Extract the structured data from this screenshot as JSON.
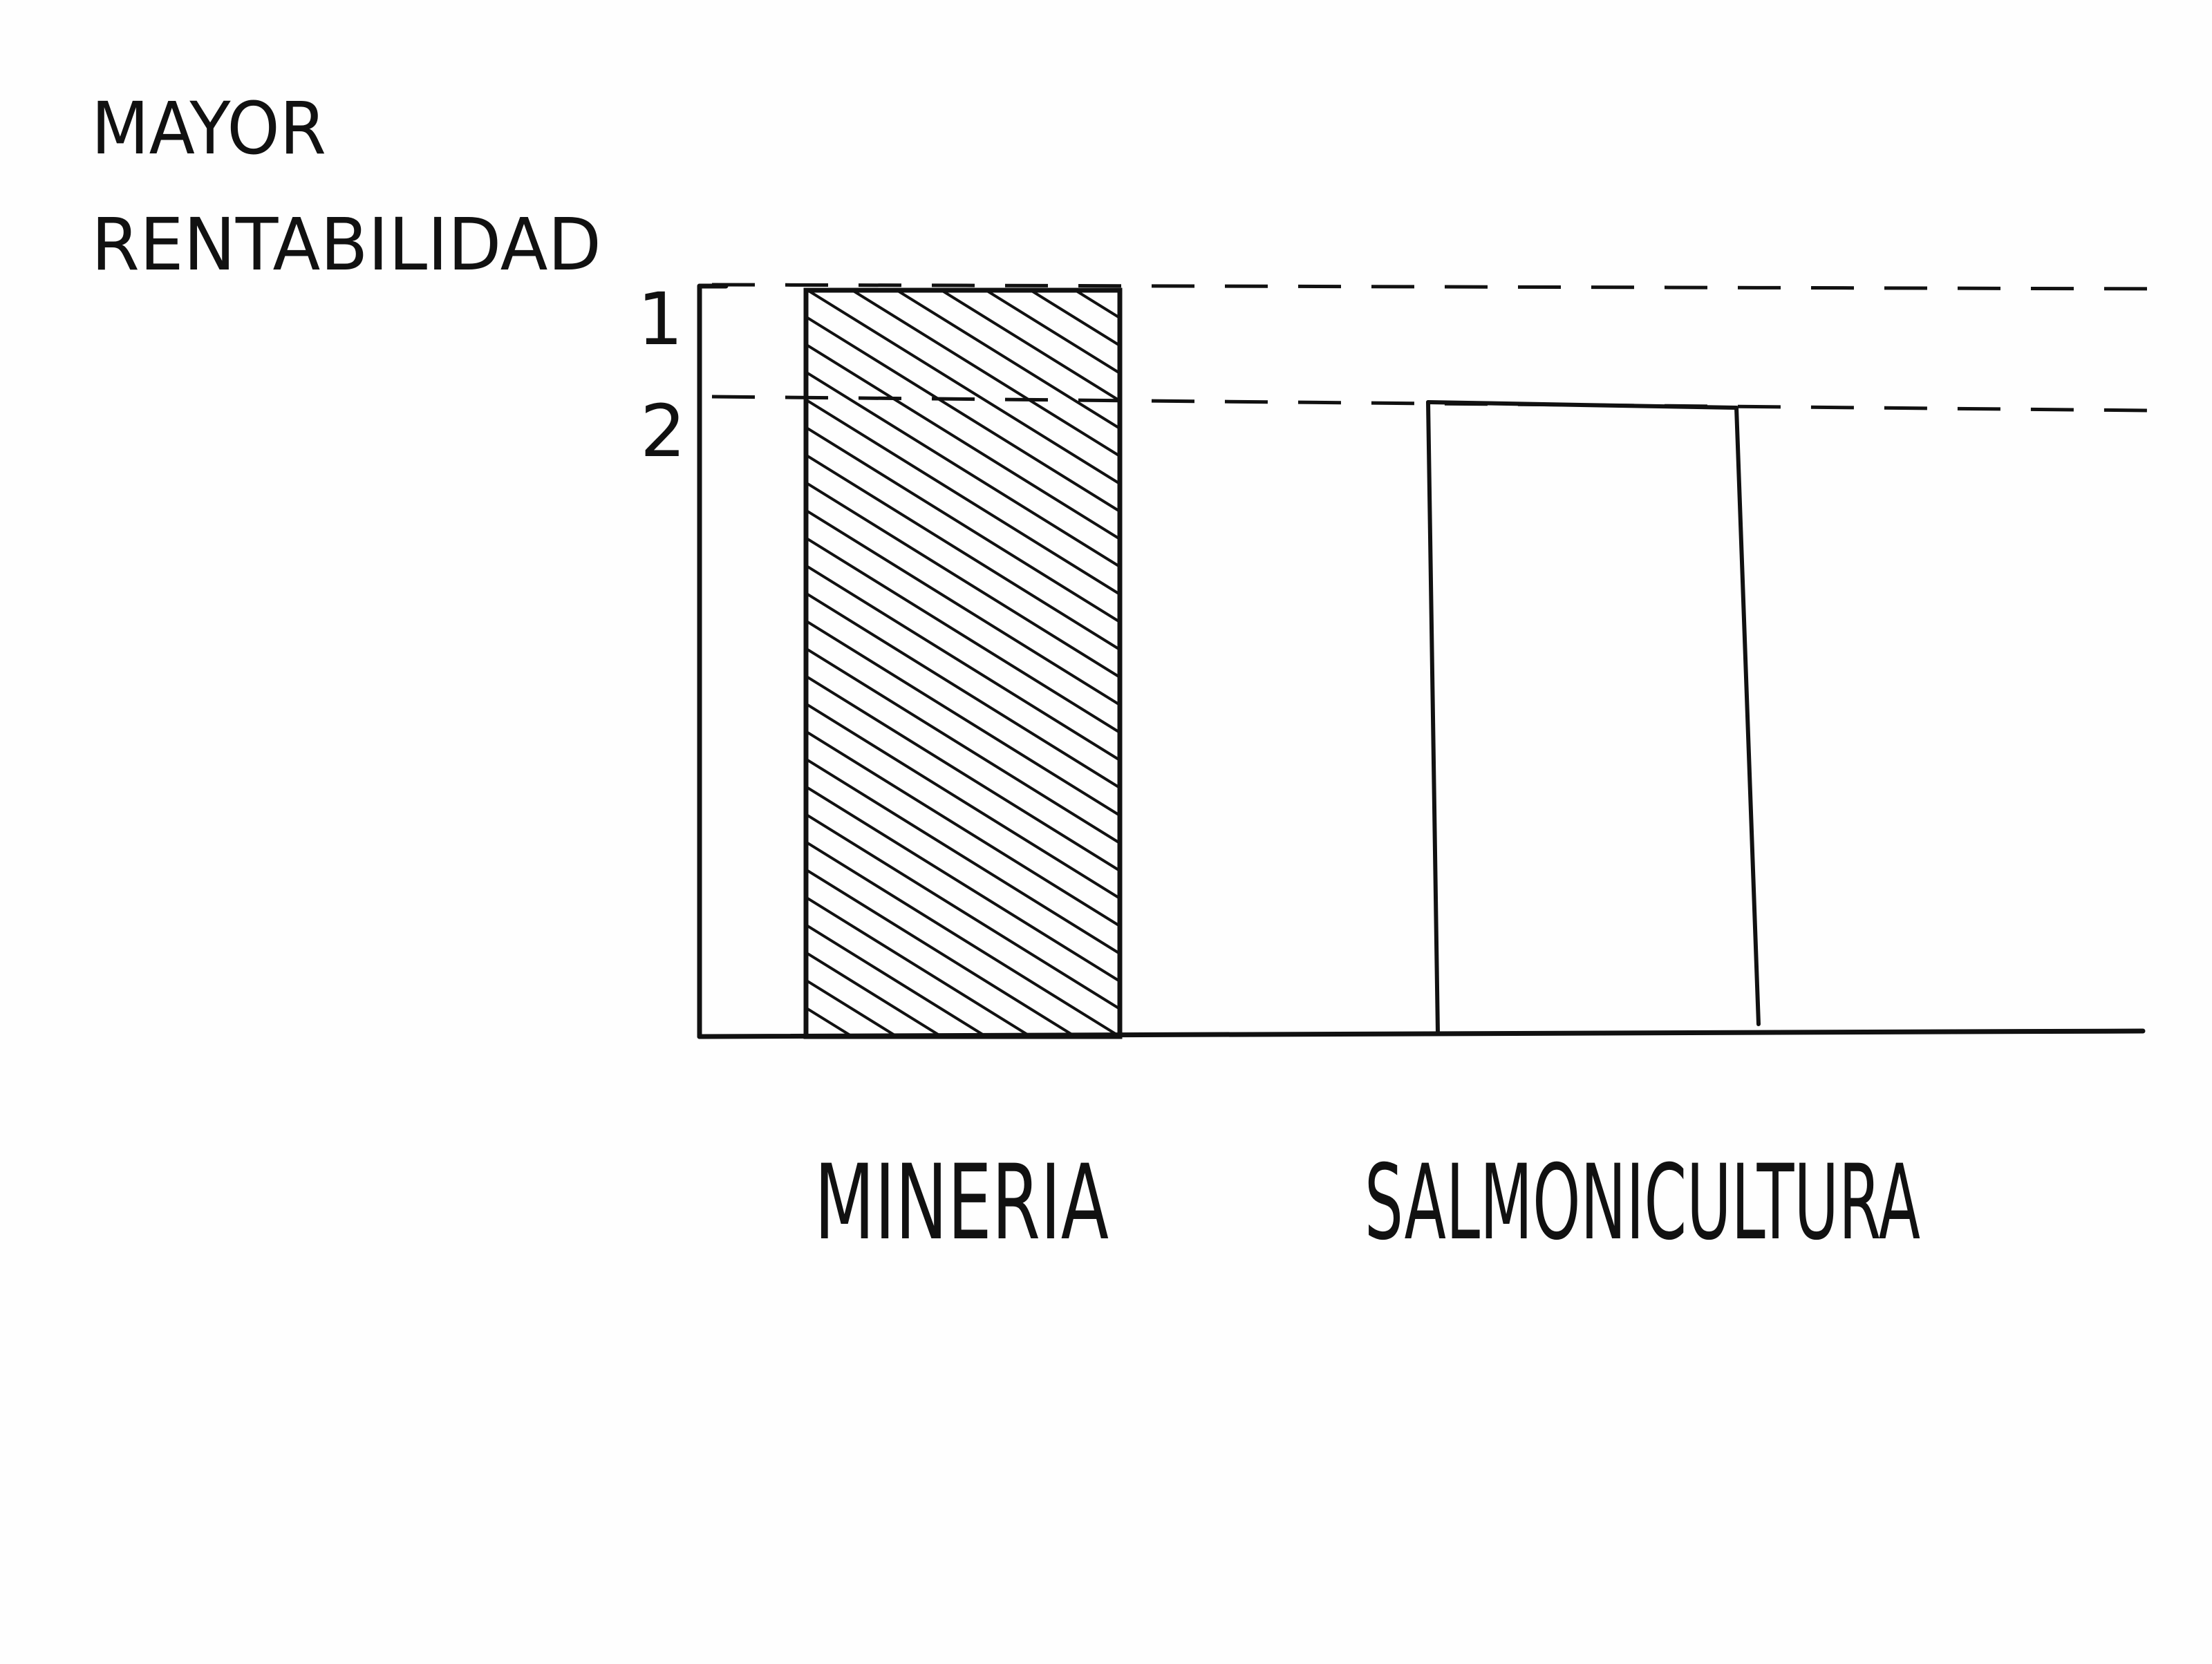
{
  "chart_data": {
    "type": "bar",
    "ylabel_lines": [
      "MAYOR",
      "RENTABILIDAD"
    ],
    "categories": [
      "MINERIA",
      "SALMONICULTURA"
    ],
    "values": [
      1,
      2
    ],
    "value_scale": "rank",
    "ytick_labels": [
      "1",
      "2"
    ],
    "bar_styles": [
      "hatched",
      "outline"
    ],
    "reference_lines": "dashed",
    "grid": false,
    "legend": "none",
    "colors": {
      "ink": "#111111",
      "paper": "#fefefe"
    }
  }
}
